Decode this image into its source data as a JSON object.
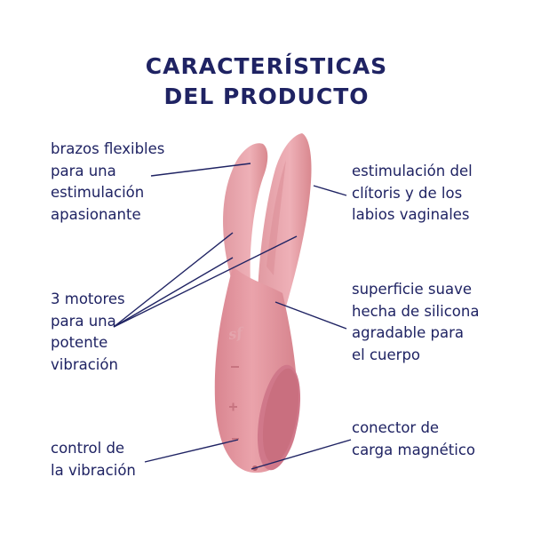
{
  "title": {
    "line1": "CARACTERÍSTICAS",
    "line2": "DEL PRODUCTO"
  },
  "features": {
    "arms": {
      "lines": [
        "brazos flexibles",
        "para una",
        "estimulación",
        "apasionante"
      ]
    },
    "stimulation": {
      "lines": [
        "estimulación del",
        "clítoris y de los",
        "labios vaginales"
      ]
    },
    "motors": {
      "lines": [
        "3 motores",
        "para una",
        "potente",
        "vibración"
      ]
    },
    "surface": {
      "lines": [
        "superficie suave",
        "hecha de silicona",
        "agradable para",
        "el cuerpo"
      ]
    },
    "control": {
      "lines": [
        "control de",
        "la vibración"
      ]
    },
    "charger": {
      "lines": [
        "conector de",
        "carga magnético"
      ]
    }
  },
  "product": {
    "logo_text": "sf",
    "body_color": "#e79aa2",
    "shade_color": "#d47f89"
  },
  "colors": {
    "text": "#1f2363",
    "line": "#1f2363",
    "background": "#ffffff"
  }
}
